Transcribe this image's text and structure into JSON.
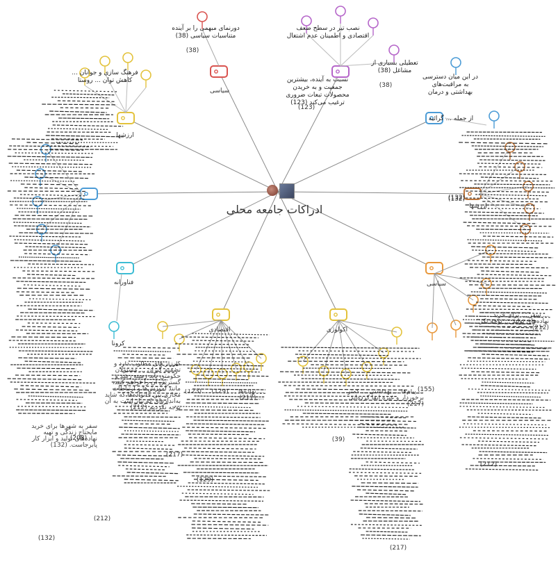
{
  "title": "ادراکات جامعه محلی",
  "categories": [
    {
      "id": "siasi-top",
      "label": "سیاسی",
      "color": "#d9534f"
    },
    {
      "id": "top-purple",
      "label": "",
      "color": "#b565c9"
    },
    {
      "id": "arzesh-left",
      "label": "ارزشها",
      "color": "#e3c23b"
    },
    {
      "id": "mid-left",
      "label": "",
      "color": "#4a9bd6"
    },
    {
      "id": "fanavarane",
      "label": "فناورانه",
      "color": "#3bbcd4"
    },
    {
      "id": "eghtesadi",
      "label": "اقتصادی",
      "color": "#e3c23b"
    },
    {
      "id": "ecology",
      "label": "اکولوژی",
      "color": "#e3c23b"
    },
    {
      "id": "siasi-right",
      "label": "سیاسی",
      "color": "#e8973a"
    },
    {
      "id": "arzesh-right",
      "label": "ارزشها",
      "color": "#c0763a"
    },
    {
      "id": "health",
      "label": "",
      "color": "#4a9bd6"
    }
  ],
  "notes": {
    "top_red": "دورنمای مبهمی را بر آینده متناسبات سیاسی (38)",
    "top_purple_a": "نصب تیر در سطح ضعف اقتصادی و اطمینان عدم اشتغال",
    "top_purple_b": "تعطیلی بسیاری از مشاغل (38)",
    "top_purple_c": "نسبت به آینده، بیشترین جمعیت و به خریدن محصولات تبعات ضروری ترغیب می‌کند (123)",
    "health_a": "در این میان دسترسی به مراقبت‌های بهداشتی و درمان",
    "health_b": "از جمله ... گرائیه",
    "right_count": "(132)",
    "left_top": "فرهنگ سازی و جوانان ... کاهش توان ... روستا",
    "corona": "کرونا",
    "mass_left": "کارزار های مطلوب دارد و تصمیم گیران ... مسئولان حکومتی باید زمینه رشد و گسترش آن را فراهم کنند، مانند آموزش‌ها و ارتباطات مجازی بین خانواده‌ها که شاید به‌اندازه‌ای که نیاز است به آن توجه نکردیم (212)",
    "mass_left_b": "سفر به شهرها برای خرید مایحتاج زندگی و تهیه نهاده‌های تولید و ابزار کار پابرجاست. (132)",
    "mass_bottom_mid": "... نهاده‌ها ... (129) ... (123) ... (217)",
    "mass_bottom_right": "... پیام‌ها ... بهداشتی ... کمتر برخوردار و غیره ابقا کرده‌اند. (217)",
    "mass_right": "... سفر ... برای خرید ... نهاده‌های تولید ... توجه نکر (212)"
  },
  "counts": {
    "c38a": "(38)",
    "c38b": "(38)",
    "c123": "(123)",
    "c132a": "(132)",
    "c212a": "(212)",
    "c208": "(208)",
    "c217a": "(217)",
    "c129": "(129)",
    "c39": "(39)",
    "c155": "(155)",
    "c217b": "(217)",
    "c212b": "(212)",
    "c132b": "(132)"
  }
}
